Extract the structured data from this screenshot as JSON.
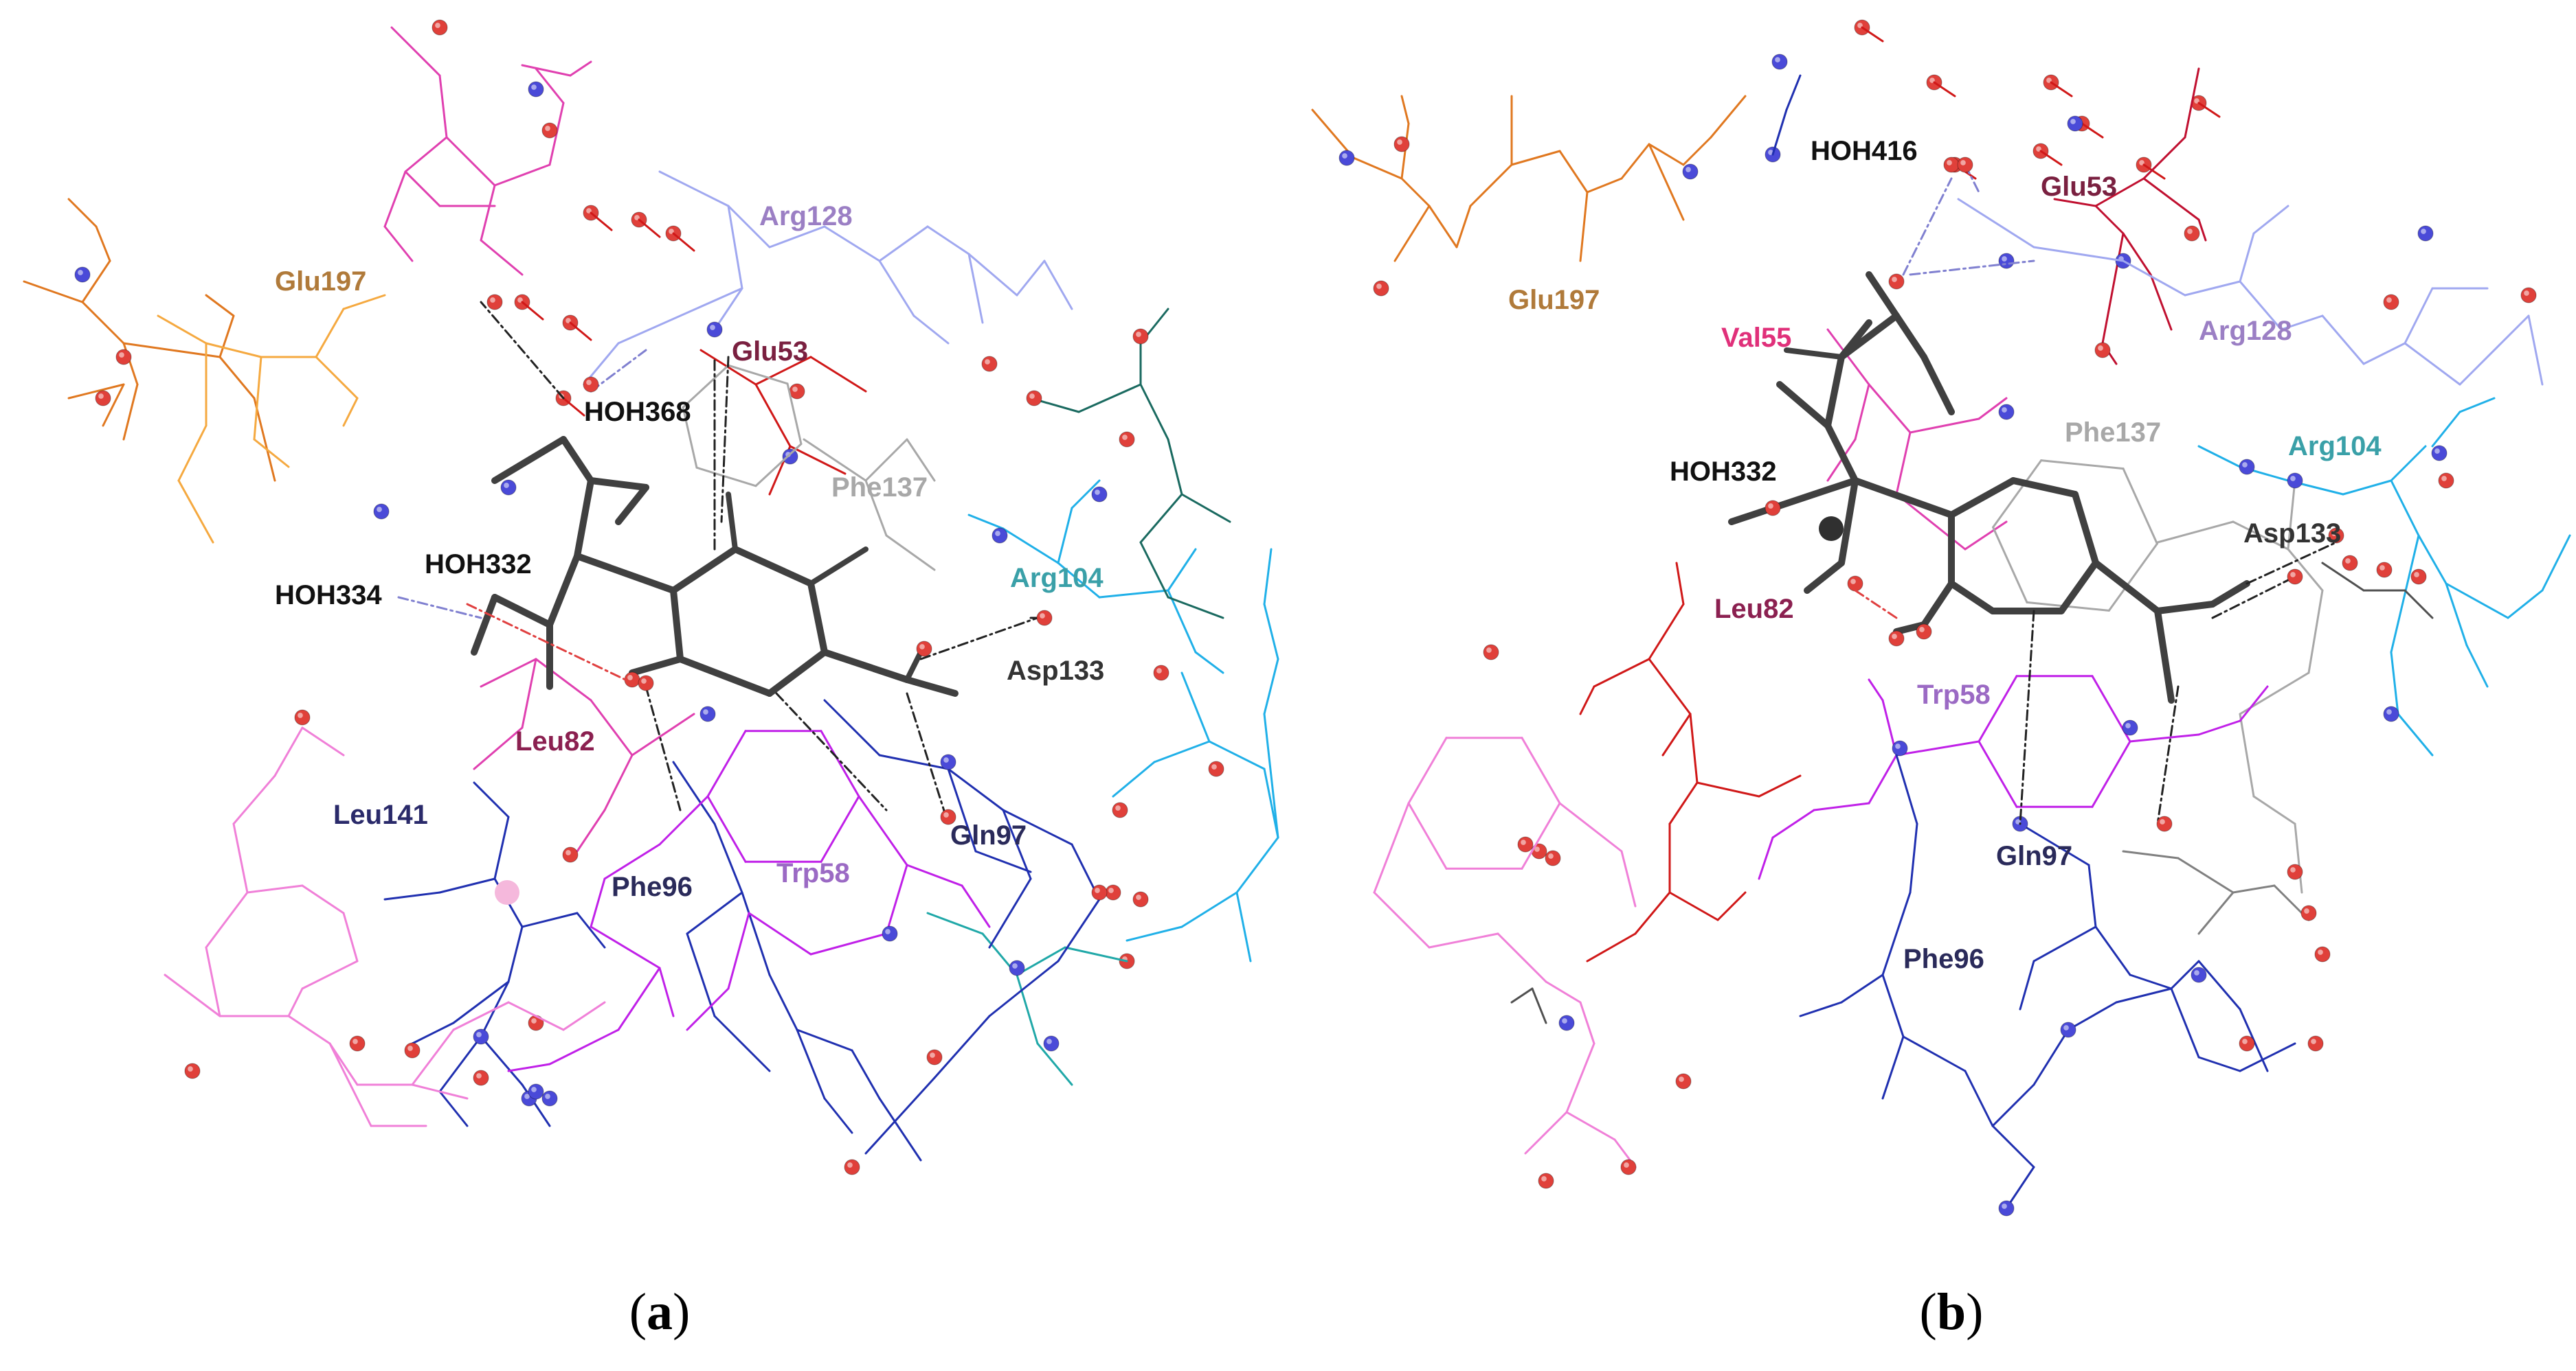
{
  "panels": [
    {
      "id": "a",
      "caption_letter": "a",
      "labels": [
        {
          "text": "Glu197",
          "color": "#b07a3a"
        },
        {
          "text": "Arg128",
          "color": "#9b7fc4"
        },
        {
          "text": "Glu53",
          "color": "#7a2040"
        },
        {
          "text": "HOH368",
          "color": "#111111"
        },
        {
          "text": "Phe137",
          "color": "#a8a8a8"
        },
        {
          "text": "Arg104",
          "color": "#3aa0a8"
        },
        {
          "text": "HOH332",
          "color": "#111111"
        },
        {
          "text": "HOH334",
          "color": "#111111"
        },
        {
          "text": "Asp133",
          "color": "#333333"
        },
        {
          "text": "Leu82",
          "color": "#8b2050"
        },
        {
          "text": "Leu141",
          "color": "#2a2a6a"
        },
        {
          "text": "Gln97",
          "color": "#2a2a5a"
        },
        {
          "text": "Phe96",
          "color": "#2a2a5a"
        },
        {
          "text": "Trp58",
          "color": "#9b6ac4"
        }
      ]
    },
    {
      "id": "b",
      "caption_letter": "b",
      "labels": [
        {
          "text": "HOH416",
          "color": "#111111"
        },
        {
          "text": "Glu53",
          "color": "#7a2040"
        },
        {
          "text": "Glu197",
          "color": "#b07a3a"
        },
        {
          "text": "Val55",
          "color": "#e0307a"
        },
        {
          "text": "Arg128",
          "color": "#9b7fc4"
        },
        {
          "text": "Phe137",
          "color": "#a8a8a8"
        },
        {
          "text": "Arg104",
          "color": "#3aa0a8"
        },
        {
          "text": "HOH332",
          "color": "#111111"
        },
        {
          "text": "Asp133",
          "color": "#333333"
        },
        {
          "text": "Leu82",
          "color": "#8b2050"
        },
        {
          "text": "Trp58",
          "color": "#9b6ac4"
        },
        {
          "text": "Gln97",
          "color": "#2a2a5a"
        },
        {
          "text": "Phe96",
          "color": "#2a2a5a"
        }
      ]
    }
  ],
  "colors": {
    "oxygen": "#e0403a",
    "nitrogen": "#4a4ad8",
    "ligand": "#404040",
    "orange": "#e07820",
    "light_orange": "#f5a940",
    "magenta": "#e040b0",
    "lavender": "#a0a8f0",
    "red": "#d01818",
    "gray": "#a8a8a8",
    "teal": "#1a6a60",
    "cyan": "#20b0e8",
    "purple": "#c020e8",
    "navy": "#2030b0",
    "pink": "#f080d8",
    "crimson": "#c01030",
    "dark_cyan": "#20a8a8"
  }
}
